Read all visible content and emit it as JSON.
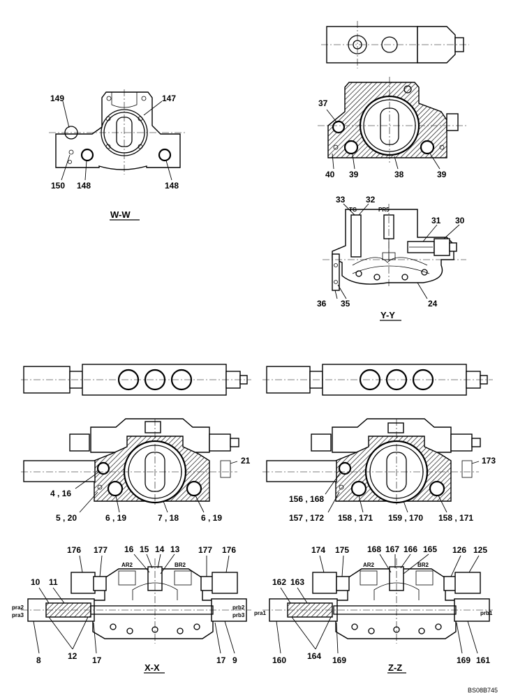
{
  "doc_code": "BS08B745",
  "views": {
    "ww": {
      "title": "W-W",
      "labels": {
        "l149": "149",
        "l147": "147",
        "l150": "150",
        "l148a": "148",
        "l148b": "148"
      }
    },
    "yy": {
      "title": "Y-Y",
      "labels": {
        "l37": "37",
        "l40": "40",
        "l39a": "39",
        "l38": "38",
        "l39b": "39",
        "l33": "33",
        "l32": "32",
        "l31": "31",
        "l30": "30",
        "l36": "36",
        "l35": "35",
        "l24": "24",
        "tg": "TG",
        "pr5": "PR5"
      }
    },
    "xx": {
      "title": "X-X",
      "labels": {
        "l21": "21",
        "l4_16": "4 , 16",
        "l5_20": "5 , 20",
        "l6_19a": "6 , 19",
        "l7_18": "7 , 18",
        "l6_19b": "6 , 19",
        "l176a": "176",
        "l177a": "177",
        "l16": "16",
        "l15": "15",
        "l14": "14",
        "l13": "13",
        "l177b": "177",
        "l176b": "176",
        "l10": "10",
        "l11": "11",
        "l8": "8",
        "l12": "12",
        "l17a": "17",
        "l17b": "17",
        "l9": "9",
        "ar2": "AR2",
        "br2": "BR2",
        "pra2": "pra2",
        "pra3": "pra3",
        "prb2": "prb2",
        "prb3": "prb3"
      }
    },
    "zz": {
      "title": "Z-Z",
      "labels": {
        "l173": "173",
        "l156_168": "156 , 168",
        "l157_172": "157 , 172",
        "l158_171a": "158 , 171",
        "l159_170": "159 , 170",
        "l158_171b": "158 , 171",
        "l174": "174",
        "l175": "175",
        "l168": "168",
        "l167": "167",
        "l166": "166",
        "l165": "165",
        "l126": "126",
        "l125": "125",
        "l162": "162",
        "l163": "163",
        "l160": "160",
        "l164": "164",
        "l169a": "169",
        "l169b": "169",
        "l161": "161",
        "ar2": "AR2",
        "br2": "BR2",
        "pra1": "pra1",
        "prb1": "prb1"
      }
    }
  }
}
